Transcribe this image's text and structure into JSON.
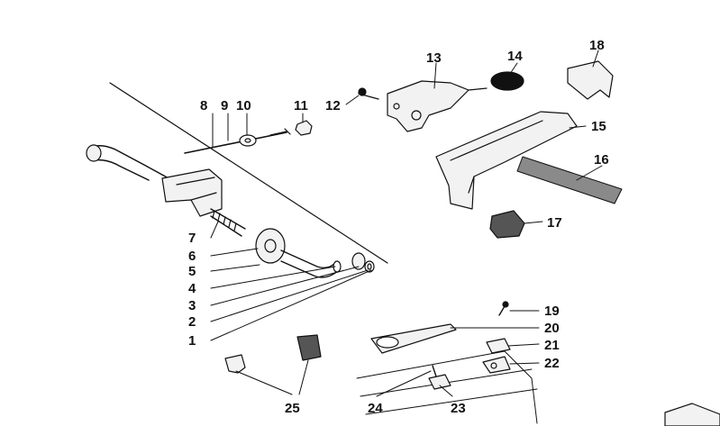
{
  "diagram": {
    "callouts": [
      "1",
      "2",
      "3",
      "4",
      "5",
      "6",
      "7",
      "8",
      "9",
      "10",
      "11",
      "12",
      "13",
      "14",
      "15",
      "16",
      "17",
      "18",
      "19",
      "20",
      "21",
      "22",
      "23",
      "24",
      "25"
    ]
  },
  "colors": {
    "ink": "#111111",
    "paper": "#ffffff",
    "part_fill": "#f2f2f2",
    "shade": "#8a8a8a"
  }
}
